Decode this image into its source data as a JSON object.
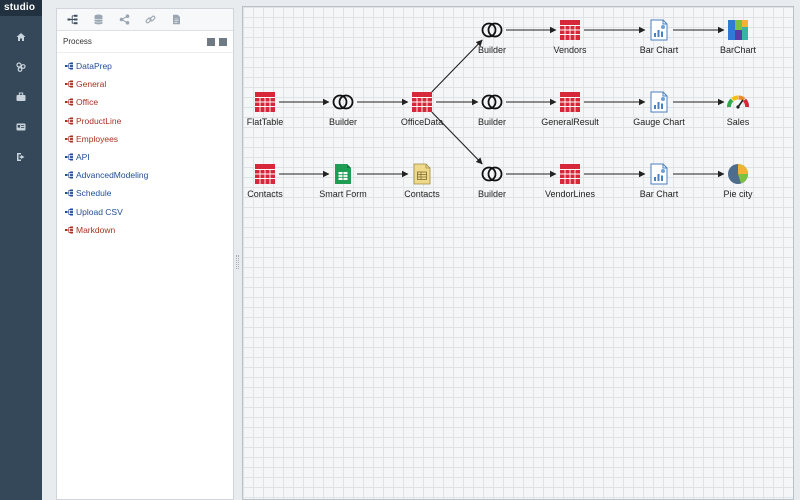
{
  "app": {
    "brand": "studio"
  },
  "rail": {
    "items": [
      {
        "icon": "home-icon"
      },
      {
        "icon": "modules-icon"
      },
      {
        "icon": "briefcase-icon"
      },
      {
        "icon": "id-card-icon"
      },
      {
        "icon": "sign-out-icon"
      }
    ]
  },
  "panel": {
    "toolbar": [
      {
        "icon": "sitemap-icon",
        "active": true
      },
      {
        "icon": "database-icon"
      },
      {
        "icon": "share-nodes-icon"
      },
      {
        "icon": "link-icon"
      },
      {
        "icon": "file-icon"
      }
    ],
    "header": "Process",
    "items": [
      {
        "label": "DataPrep",
        "color": "blue"
      },
      {
        "label": "General",
        "color": "red"
      },
      {
        "label": "Office",
        "color": "red"
      },
      {
        "label": "ProductLine",
        "color": "red"
      },
      {
        "label": "Employees",
        "color": "red"
      },
      {
        "label": "API",
        "color": "blue"
      },
      {
        "label": "AdvancedModeling",
        "color": "blue"
      },
      {
        "label": "Schedule",
        "color": "blue"
      },
      {
        "label": "Upload CSV",
        "color": "blue"
      },
      {
        "label": "Markdown",
        "color": "red"
      }
    ]
  },
  "canvas": {
    "nodes": [
      {
        "id": "builder1",
        "label": "Builder",
        "type": "builder"
      },
      {
        "id": "vendors",
        "label": "Vendors",
        "type": "table"
      },
      {
        "id": "barchart1",
        "label": "Bar Chart",
        "type": "chart"
      },
      {
        "id": "barchart_out",
        "label": "BarChart",
        "type": "barviz"
      },
      {
        "id": "flattable",
        "label": "FlatTable",
        "type": "table"
      },
      {
        "id": "builder2",
        "label": "Builder",
        "type": "builder"
      },
      {
        "id": "officedata",
        "label": "OfficeData",
        "type": "table"
      },
      {
        "id": "builder3",
        "label": "Builder",
        "type": "builder"
      },
      {
        "id": "generalresult",
        "label": "GeneralResult",
        "type": "table"
      },
      {
        "id": "gaugechart",
        "label": "Gauge Chart",
        "type": "chart"
      },
      {
        "id": "sales",
        "label": "Sales",
        "type": "gauge"
      },
      {
        "id": "contacts1",
        "label": "Contacts",
        "type": "table"
      },
      {
        "id": "smartform",
        "label": "Smart Form",
        "type": "sheet"
      },
      {
        "id": "contacts2",
        "label": "Contacts",
        "type": "doc"
      },
      {
        "id": "builder4",
        "label": "Builder",
        "type": "builder"
      },
      {
        "id": "vendorlines",
        "label": "VendorLines",
        "type": "table"
      },
      {
        "id": "barchart2",
        "label": "Bar Chart",
        "type": "chart"
      },
      {
        "id": "piecity",
        "label": "Pie city",
        "type": "pie"
      }
    ],
    "edges": [
      [
        "builder1",
        "vendors"
      ],
      [
        "vendors",
        "barchart1"
      ],
      [
        "barchart1",
        "barchart_out"
      ],
      [
        "flattable",
        "builder2"
      ],
      [
        "builder2",
        "officedata"
      ],
      [
        "officedata",
        "builder1"
      ],
      [
        "officedata",
        "builder3"
      ],
      [
        "officedata",
        "builder4"
      ],
      [
        "builder3",
        "generalresult"
      ],
      [
        "generalresult",
        "gaugechart"
      ],
      [
        "gaugechart",
        "sales"
      ],
      [
        "contacts1",
        "smartform"
      ],
      [
        "smartform",
        "contacts2"
      ],
      [
        "builder4",
        "vendorlines"
      ],
      [
        "vendorlines",
        "barchart2"
      ],
      [
        "barchart2",
        "piecity"
      ]
    ],
    "colors": {
      "table": "#d6283a",
      "edge": "#222222",
      "sheet": "#1f9d55",
      "doc": "#f1d98a",
      "chart_border": "#4a7fc1"
    }
  }
}
